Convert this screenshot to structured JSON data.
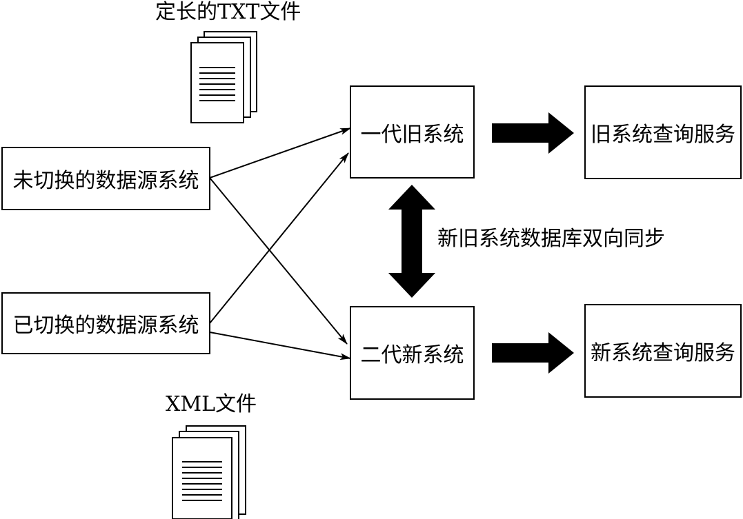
{
  "files": {
    "txt_label": "定长的TXT文件",
    "xml_label": "XML文件"
  },
  "sources": {
    "unswitched": "未切换的数据源系统",
    "switched": "已切换的数据源系统"
  },
  "systems": {
    "old": "一代旧系统",
    "new": "二代新系统"
  },
  "services": {
    "old": "旧系统查询服务",
    "new": "新系统查询服务"
  },
  "sync_label": "新旧系统数据库双向同步"
}
